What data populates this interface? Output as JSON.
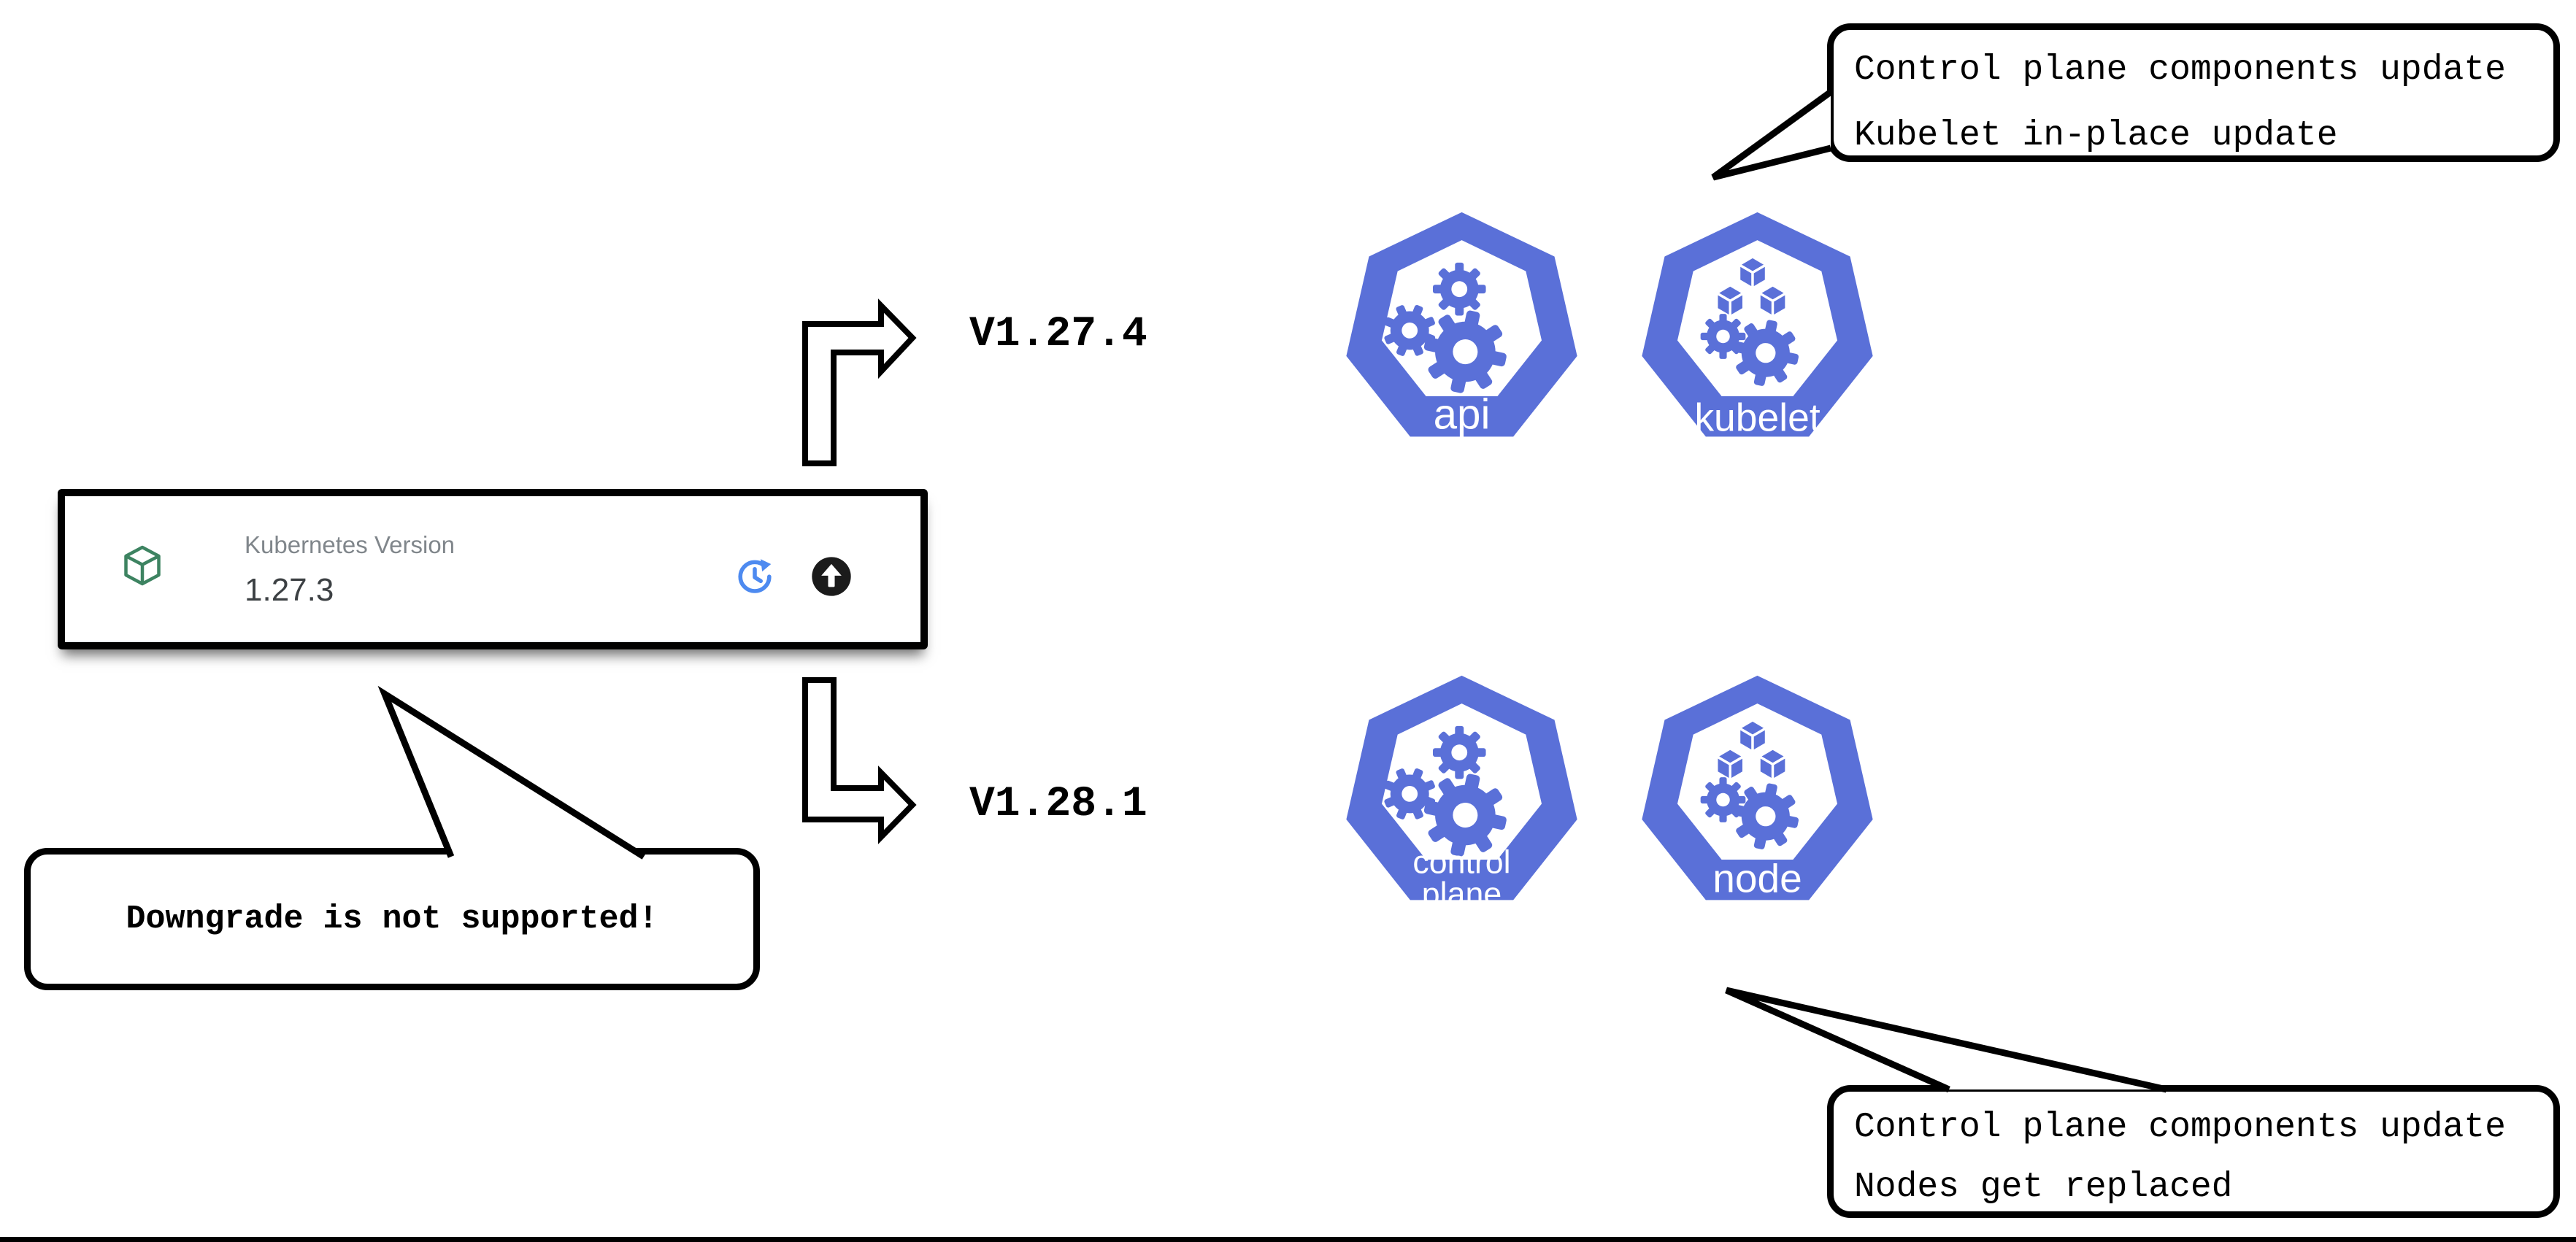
{
  "widget": {
    "label": "Kubernetes Version",
    "value": "1.27.3"
  },
  "paths": {
    "patch": {
      "version": "V1.27.4"
    },
    "minor": {
      "version": "V1.28.1"
    }
  },
  "icons": {
    "api": "api",
    "kubelet": "kubelet",
    "control_line1": "control",
    "control_line2": "plane",
    "node": "node"
  },
  "callouts": {
    "top": {
      "line1": "Control plane components update",
      "line2": "Kubelet in-place update"
    },
    "bottom": {
      "line1": "Control plane components update",
      "line2": "Nodes get replaced"
    },
    "warning": "Downgrade is not supported!"
  },
  "colors": {
    "k8s_blue": "#5a70d8",
    "package_green": "#3d8361",
    "history_blue": "#4d8af0",
    "upgrade_black": "#1b1b1b"
  }
}
